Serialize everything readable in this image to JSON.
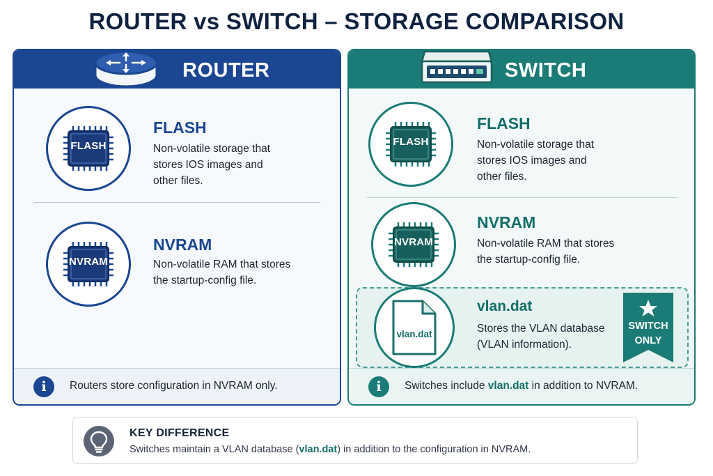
{
  "title": "ROUTER vs SWITCH – STORAGE COMPARISON",
  "colors": {
    "router": "#1a4692",
    "switch": "#1b7b76",
    "highlight": "#136e69"
  },
  "router": {
    "title": "ROUTER",
    "icon": "router-icon",
    "flash": {
      "chip_label": "FLASH",
      "title": "FLASH",
      "lines": [
        "Non-volatile storage that",
        "stores IOS images and",
        "other files."
      ]
    },
    "nvram": {
      "chip_label": "NVRAM",
      "title": "NVRAM",
      "lines": [
        "Non-volatile RAM that stores",
        "the startup-config file."
      ]
    },
    "footer": "Routers store configuration in NVRAM only."
  },
  "switch": {
    "title": "SWITCH",
    "icon": "switch-icon",
    "flash": {
      "chip_label": "FLASH",
      "title": "FLASH",
      "lines": [
        "Non-volatile storage that",
        "stores IOS images and",
        "other files."
      ]
    },
    "nvram": {
      "chip_label": "NVRAM",
      "title": "NVRAM",
      "lines": [
        "Non-volatile RAM that stores",
        "the startup-config file."
      ]
    },
    "vlan": {
      "file_label": "vlan.dat",
      "title": "vlan.dat",
      "lines": [
        "Stores the VLAN database",
        "(VLAN information)."
      ],
      "badge_line1": "SWITCH",
      "badge_line2": "ONLY"
    },
    "footer": {
      "before": "Switches include ",
      "highlight": "vlan.dat",
      "after": " in addition to NVRAM."
    }
  },
  "key": {
    "title": "KEY DIFFERENCE",
    "before": "Switches maintain a VLAN database (",
    "highlight": "vlan.dat",
    "after": ") in addition to the configuration in NVRAM."
  }
}
